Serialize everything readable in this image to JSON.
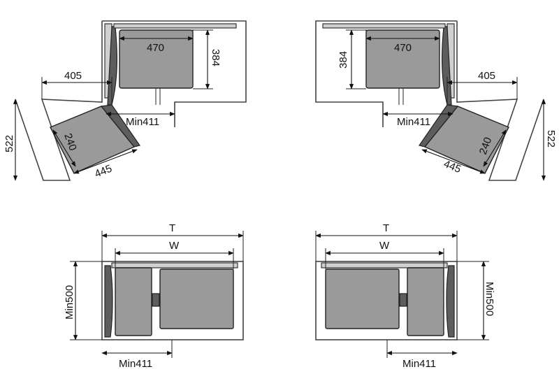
{
  "diagrams": {
    "corner_left": {
      "width_label": "470",
      "depth_label": "384",
      "offset_label": "405",
      "height_label": "522",
      "min_label": "Min411",
      "basket_width_label": "445",
      "basket_depth_label": "240"
    },
    "corner_right": {
      "width_label": "470",
      "depth_label": "384",
      "offset_label": "405",
      "height_label": "522",
      "min_label": "Min411",
      "basket_width_label": "445",
      "basket_depth_label": "240"
    },
    "base_left": {
      "total_label": "T",
      "width_label": "W",
      "depth_label": "Min500",
      "min_label": "Min411"
    },
    "base_right": {
      "total_label": "T",
      "width_label": "W",
      "depth_label": "Min500",
      "min_label": "Min411"
    }
  }
}
